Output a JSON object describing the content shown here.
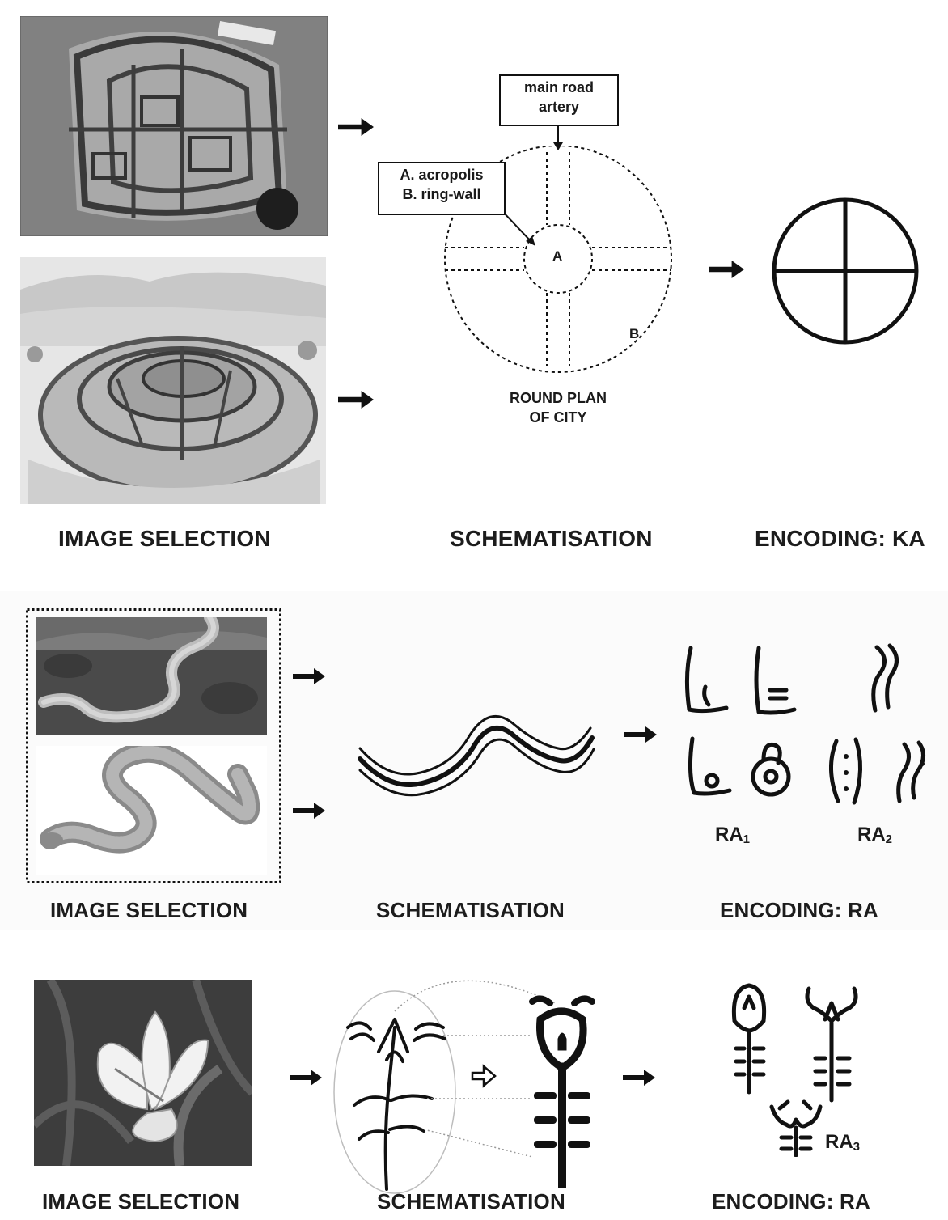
{
  "panel_ka": {
    "caption_image": "IMAGE SELECTION",
    "caption_schema": "SCHEMATISATION",
    "caption_encoding": "ENCODING: KA",
    "callout_road": [
      "main road",
      "artery"
    ],
    "callout_parts": [
      "A. acropolis",
      "B. ring-wall"
    ],
    "label_a": "A",
    "label_b": "B",
    "plan_caption": [
      "ROUND PLAN",
      "OF CITY"
    ]
  },
  "panel_river": {
    "caption_image": "IMAGE SELECTION",
    "caption_schema": "SCHEMATISATION",
    "caption_encoding": "ENCODING: RA",
    "glyph_label_1": "RA",
    "glyph_label_1_sub": "1",
    "glyph_label_2": "RA",
    "glyph_label_2_sub": "2"
  },
  "panel_flower": {
    "caption_image": "IMAGE SELECTION",
    "caption_schema": "SCHEMATISATION",
    "caption_encoding": "ENCODING: RA",
    "glyph_label_3": "RA",
    "glyph_label_3_sub": "3"
  },
  "icons": {
    "arrow": "arrow-right-icon",
    "hollow_arrow": "hollow-arrow-right-icon"
  }
}
